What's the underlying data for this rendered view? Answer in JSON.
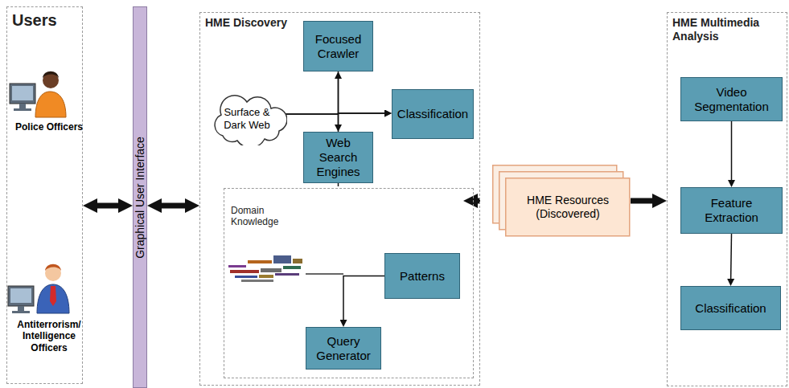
{
  "diagram": {
    "nodes": [
      {
        "text": [
          "Users"
        ]
      },
      {
        "text": [
          "Police Officers"
        ],
        "in": 0
      },
      {
        "text": [
          "Antiterrorism/ Intelligence Officers"
        ],
        "in": 0
      },
      {
        "text": [
          "Graphical User Interface"
        ]
      },
      {
        "text": [
          "HME Discovery"
        ]
      },
      {
        "text": [
          "Surface & Dark Web"
        ],
        "in": 4
      },
      {
        "text": [
          "Focused Crawler"
        ],
        "in": 4
      },
      {
        "text": [
          "Classification"
        ],
        "in": 4
      },
      {
        "text": [
          "Web Search Engines"
        ],
        "in": 4
      },
      {
        "text": [
          "Domain Knowledge"
        ],
        "in": 4
      },
      {
        "text": [
          "Patterns"
        ],
        "in": 9
      },
      {
        "text": [
          "Query Generator"
        ],
        "in": 9
      },
      {
        "text": [
          "HME Resources (Discovered)"
        ]
      },
      {
        "text": [
          "HME Multimedia Analysis"
        ]
      },
      {
        "text": [
          "Video Segmentation"
        ],
        "in": 13
      },
      {
        "text": [
          "Feature Extraction"
        ],
        "in": 13
      },
      {
        "text": [
          "Classification"
        ],
        "in": 13
      }
    ],
    "edges": [
      {
        "from": 0,
        "to": 3,
        "arrow": "both"
      },
      {
        "from": 3,
        "to": 4,
        "arrow": "both"
      },
      {
        "from": 5,
        "to": 6,
        "arrow": "to"
      },
      {
        "from": 5,
        "to": 8,
        "arrow": "to"
      },
      {
        "from": 6,
        "to": 7,
        "arrow": "to"
      },
      {
        "from": 8,
        "to": 7,
        "arrow": "to"
      },
      {
        "from": 8,
        "to": 9,
        "arrow": "none"
      },
      {
        "from": 10,
        "to": 11,
        "arrow": "to"
      },
      {
        "from": 4,
        "to": 12,
        "arrow": "to"
      },
      {
        "from": 12,
        "to": 13,
        "arrow": "to"
      },
      {
        "from": 14,
        "to": 15,
        "arrow": "to"
      },
      {
        "from": 15,
        "to": 16,
        "arrow": "to"
      }
    ]
  }
}
